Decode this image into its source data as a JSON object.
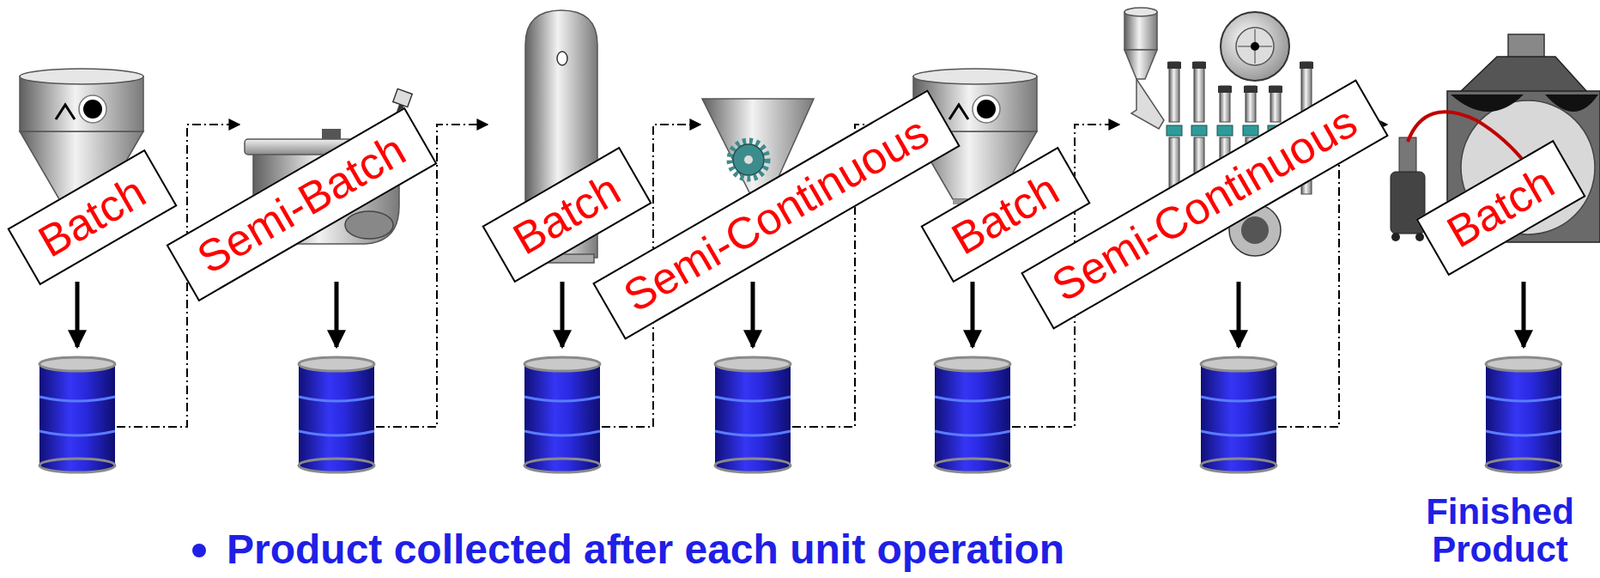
{
  "diagram": {
    "nodes": [
      {
        "text": [
          "Batch"
        ]
      },
      {
        "text": [
          "Semi-Batch"
        ]
      },
      {
        "text": [
          "Batch"
        ]
      },
      {
        "text": [
          "Semi-Continuous"
        ]
      },
      {
        "text": [
          "Batch"
        ]
      },
      {
        "text": [
          "Semi-Continuous"
        ]
      },
      {
        "text": [
          "Batch"
        ]
      }
    ],
    "labels": [
      "Product collected after each unit operation",
      "Finished Product"
    ]
  }
}
